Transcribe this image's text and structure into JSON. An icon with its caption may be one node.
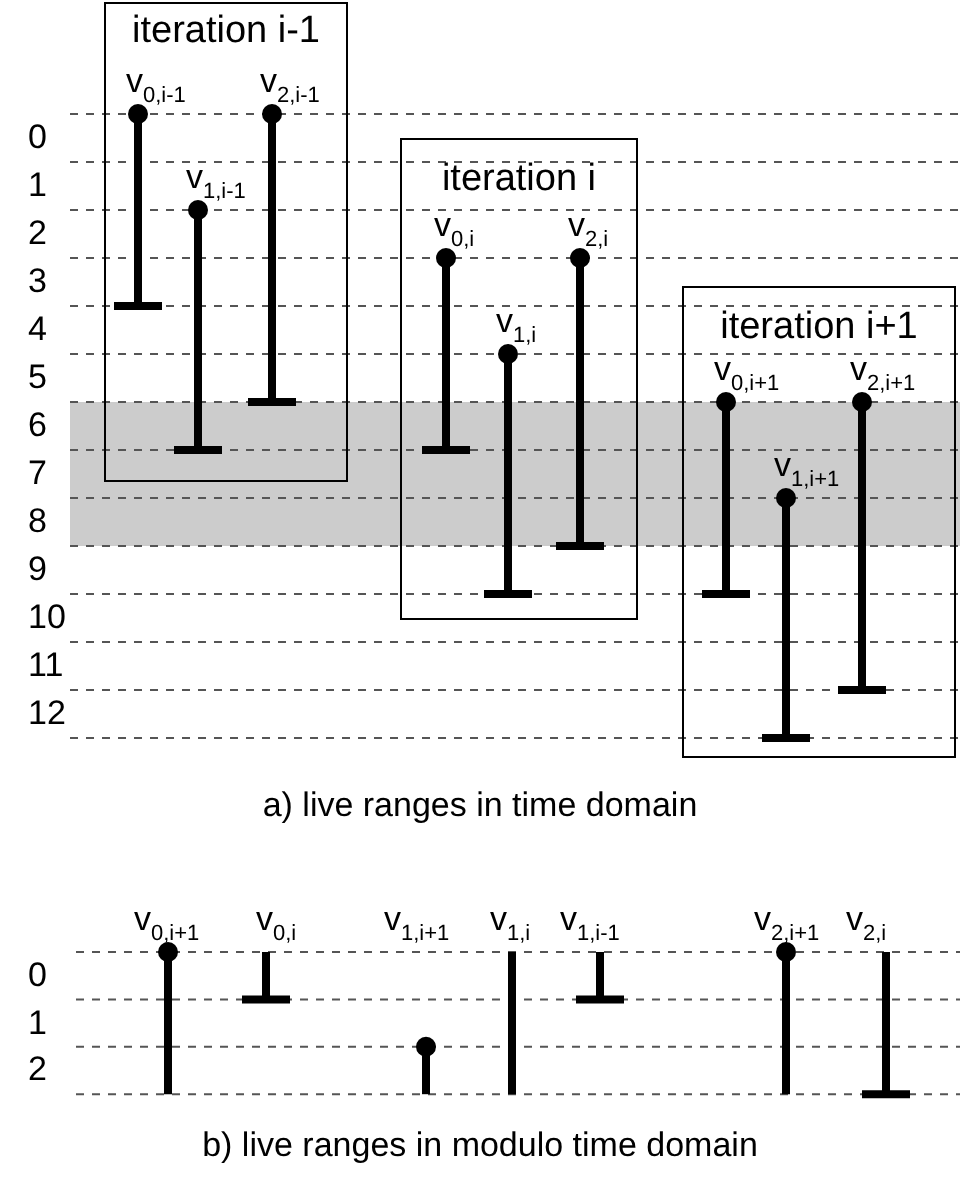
{
  "diagram": {
    "nodes": [
      {
        "text": [
          "iteration i-1"
        ]
      },
      {
        "text": [
          "iteration i"
        ]
      },
      {
        "text": [
          "iteration i+1"
        ]
      }
    ],
    "labels": [
      "0",
      "1",
      "2",
      "3",
      "4",
      "5",
      "6",
      "7",
      "8",
      "9",
      "10",
      "11",
      "12",
      "v$_{0,i-1}$",
      "v$_{1,i-1}$",
      "v$_{2,i-1}$",
      "v$_{0,i}$",
      "v$_{1,i}$",
      "v$_{2,i}$",
      "v$_{0,i+1}$",
      "v$_{1,i+1}$",
      "v$_{2,i+1}$",
      "a) live ranges in time domain",
      "0",
      "1",
      "2",
      "v$_{0,i+1}$",
      "v$_{0,i}$",
      "v$_{1,i+1}$",
      "v$_{1,i}$",
      "v$_{1,i-1}$",
      "v$_{2,i+1}$",
      "v$_{2,i}$",
      "b) live ranges in modulo time domain"
    ]
  }
}
